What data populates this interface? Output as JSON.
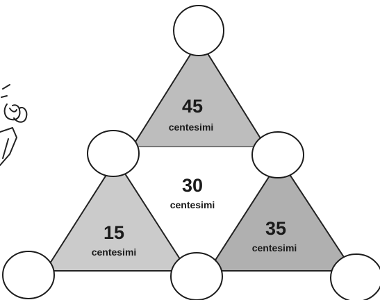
{
  "triangles": {
    "top": {
      "amount": "45",
      "unit": "centesimi",
      "fill": "#bdbdbd"
    },
    "center": {
      "amount": "30",
      "unit": "centesimi",
      "fill": "#ffffff"
    },
    "left": {
      "amount": "15",
      "unit": "centesimi",
      "fill": "#cbcbcb"
    },
    "right": {
      "amount": "35",
      "unit": "centesimi",
      "fill": "#b0b0b0"
    }
  },
  "circles": {
    "count": 6,
    "values": [
      "",
      "",
      "",
      "",
      "",
      ""
    ]
  },
  "illustration": {
    "icon": "hand-snapping-fingers-icon"
  }
}
